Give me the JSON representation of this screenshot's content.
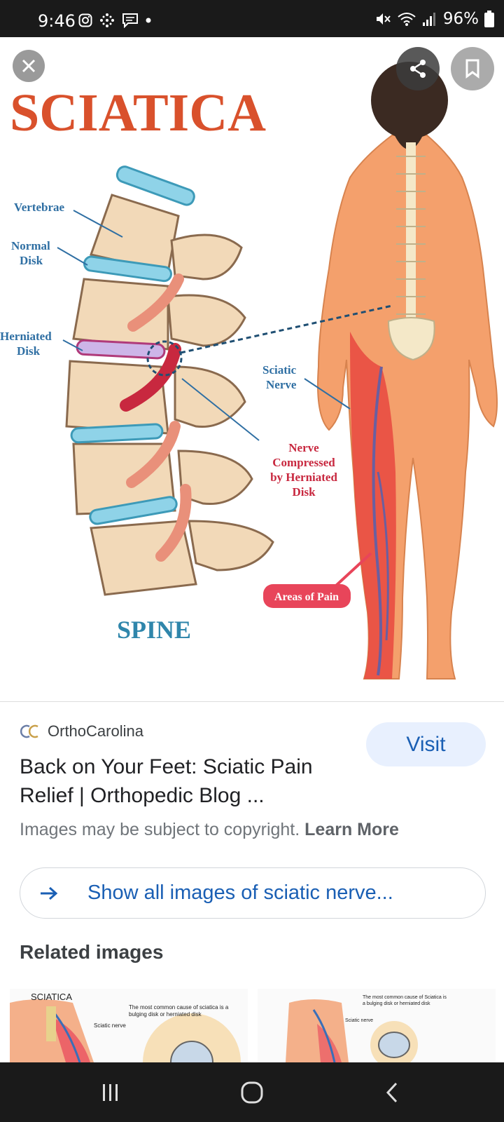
{
  "status": {
    "time": "9:46",
    "battery": "96%"
  },
  "illustration": {
    "title": "SCIATICA",
    "spine_label": "SPINE",
    "labels": {
      "vertebrae": "Vertebrae",
      "normal_disk_1": "Normal",
      "normal_disk_2": "Disk",
      "herniated_1": "Herniated",
      "herniated_2": "Disk",
      "sciatic_1": "Sciatic",
      "sciatic_2": "Nerve",
      "nerve_1": "Nerve",
      "nerve_2": "Compressed",
      "nerve_3": "by Herniated",
      "nerve_4": "Disk",
      "pain": "Areas of Pain"
    }
  },
  "result": {
    "source": "OrthoCarolina",
    "visit_label": "Visit",
    "title": "Back on Your Feet: Sciatic Pain Relief | Orthopedic Blog ...",
    "copyright_text": "Images may be subject to copyright.",
    "learn_more": "Learn More"
  },
  "show_all_label": "Show all images of sciatic nerve...",
  "related": {
    "title": "Related images",
    "thumb1": {
      "caption": "SCIATICA",
      "note": "The most common cause of sciatica is a bulging disk or herniated disk",
      "nerve": "Sciatic nerve"
    },
    "thumb2": {
      "note": "The most common cause of Sciatica is a bulging disk or herniated disk",
      "nerve": "Sciatic nerve"
    }
  },
  "colors": {
    "title_red": "#d9512c",
    "label_blue": "#2f6fa3",
    "pain_red": "#e8455a",
    "link_blue": "#1a5fb4"
  },
  "icons": {
    "close": "close-icon",
    "share": "share-icon",
    "bookmark": "bookmark-icon",
    "arrow": "arrow-right-icon",
    "recents": "recents-icon",
    "home": "home-icon",
    "back": "back-icon"
  }
}
